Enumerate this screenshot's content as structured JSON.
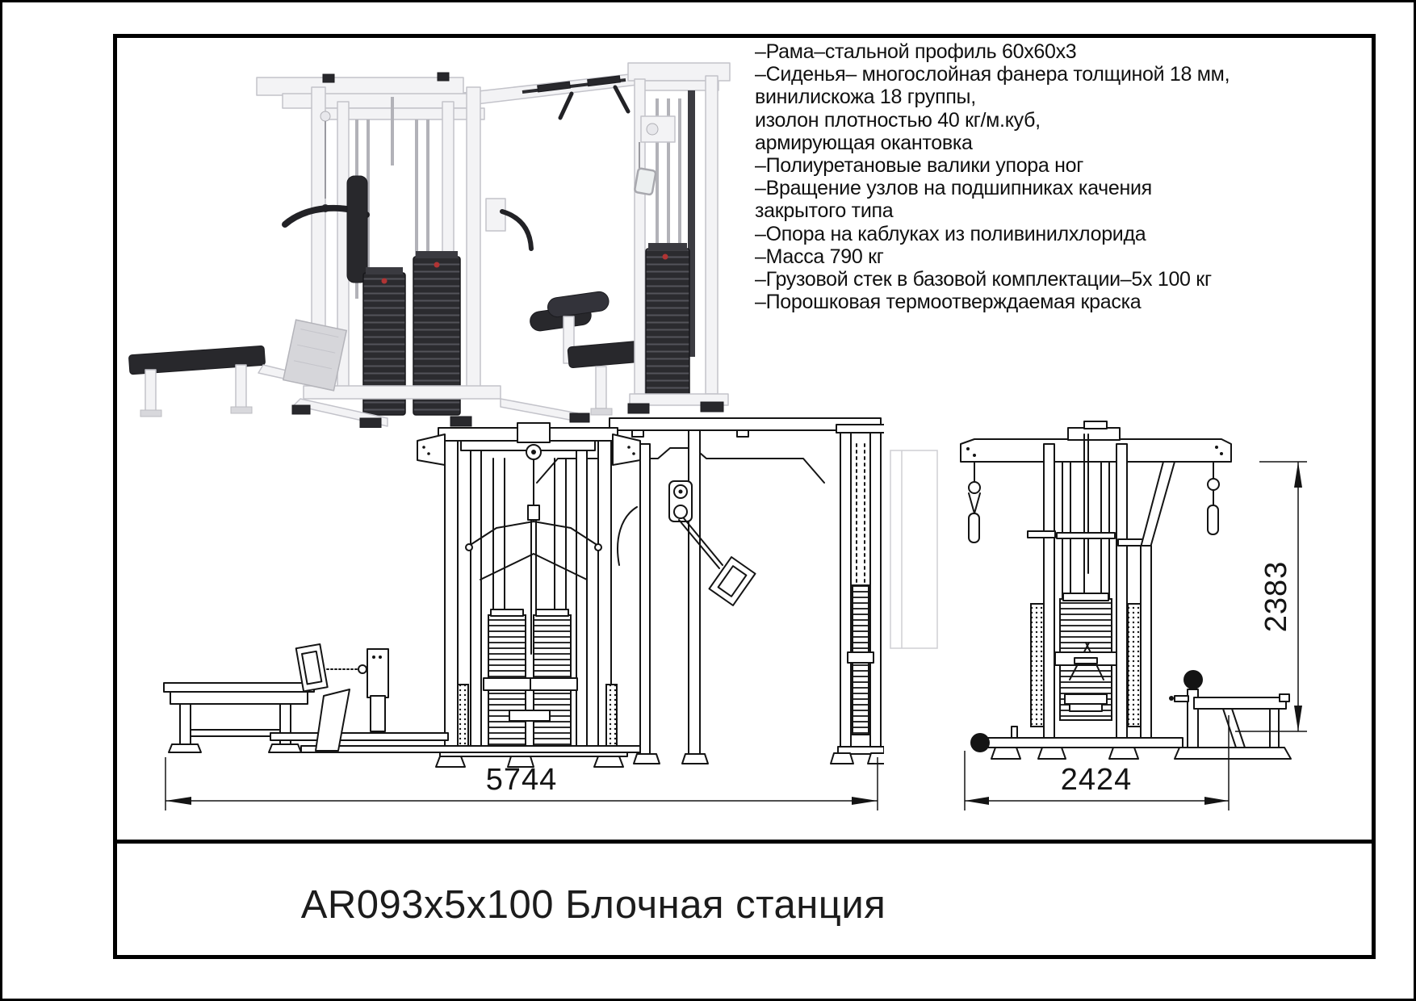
{
  "drawing": {
    "title": "AR093x5x100 Блочная станция"
  },
  "specs": {
    "lines": [
      "–Рама–стальной профиль 60х60х3",
      "–Сиденья– многослойная фанера толщиной 18 мм,",
      "винилискожа 18 группы,",
      "изолон плотностью 40 кг/м.куб,",
      "армирующая окантовка",
      "–Полиуретановые валики упора ног",
      "–Вращение узлов на подшипниках качения",
      "закрытого типа",
      "–Опора на каблуках из поливинилхлорида",
      "–Масса 790 кг",
      "–Грузовой стек в базовой комплектации–5х 100 кг",
      "–Порошковая термоотверждаемая краска"
    ]
  },
  "dimensions": {
    "front_width": "5744",
    "side_width": "2424",
    "height": "2383"
  },
  "colors": {
    "line": "#141414",
    "frame_light": "#f3f3f5",
    "frame_stroke": "#c3c3ca",
    "stack_dark": "#2b2b2f",
    "chrome": "#b2b2b8",
    "weight_pin_red": "#b03434"
  }
}
